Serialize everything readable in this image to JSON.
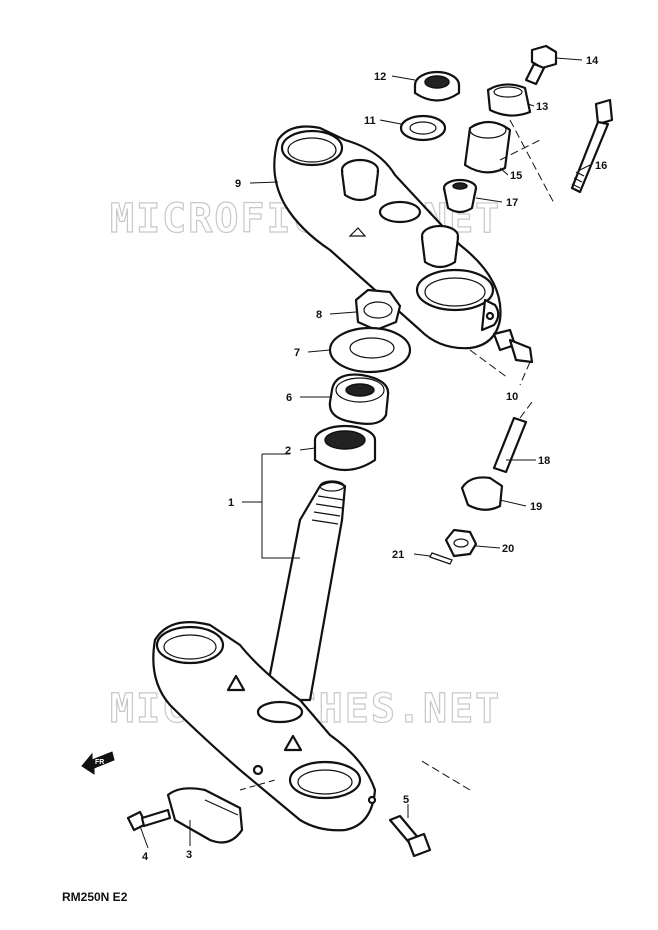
{
  "watermarks": [
    "MICROFICHES.NET",
    "MICROFICHES.NET"
  ],
  "model_label": "RM250N  E2",
  "direction_label": "FR",
  "callouts": [
    {
      "num": "1"
    },
    {
      "num": "2"
    },
    {
      "num": "3"
    },
    {
      "num": "4"
    },
    {
      "num": "5"
    },
    {
      "num": "6"
    },
    {
      "num": "7"
    },
    {
      "num": "8"
    },
    {
      "num": "9"
    },
    {
      "num": "10"
    },
    {
      "num": "11"
    },
    {
      "num": "12"
    },
    {
      "num": "13"
    },
    {
      "num": "14"
    },
    {
      "num": "15"
    },
    {
      "num": "16"
    },
    {
      "num": "17"
    },
    {
      "num": "18"
    },
    {
      "num": "19"
    },
    {
      "num": "20"
    },
    {
      "num": "21"
    }
  ]
}
